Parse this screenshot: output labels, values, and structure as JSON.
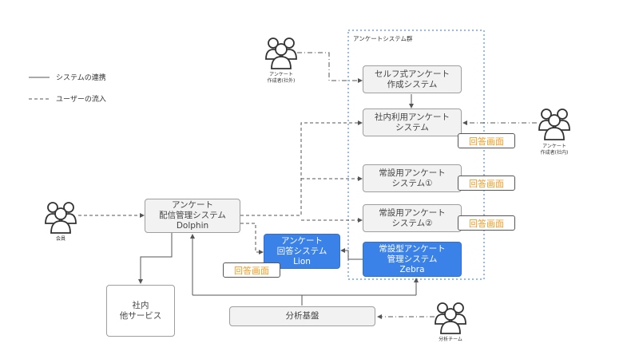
{
  "legend": {
    "solid": "システムの連携",
    "dashed": "ユーザーの流入"
  },
  "group": {
    "label": "アンケートシステム群"
  },
  "systems": {
    "self_survey": "セルフ式アンケート\n作成システム",
    "internal_survey": "社内利用アンケート\nシステム",
    "standing1": "常設用アンケート\nシステム①",
    "standing2": "常設用アンケート\nシステム②",
    "zebra": "常設型アンケート\n管理システム\nZebra",
    "lion": "アンケート\n回答システム\nLion",
    "dolphin": "アンケート\n配信管理システム\nDolphin",
    "other_services": "社内\n他サービス",
    "analytics": "分析基盤"
  },
  "answer_screen_label": "回答画面",
  "actors": {
    "external_creator": "アンケート\n作成者(社外)",
    "internal_creator": "アンケート\n作成者(社内)",
    "member": "会員",
    "analytics_team": "分析チーム"
  },
  "colors": {
    "blue": "#3b82e8",
    "group_border": "#4a90e2",
    "tag_text": "#f29b21"
  },
  "icons": [
    "person-group-icon"
  ]
}
